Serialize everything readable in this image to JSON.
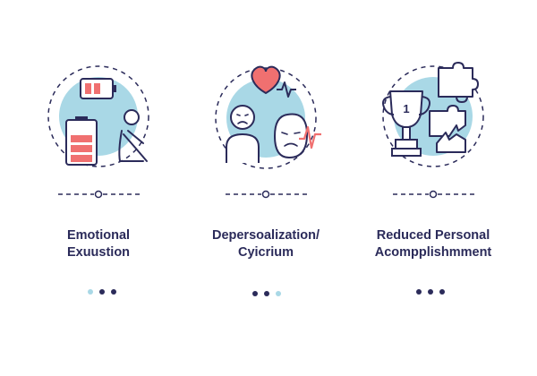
{
  "colors": {
    "navy": "#2b2b5a",
    "light_blue": "#a9d8e6",
    "coral": "#f07070",
    "dot_light": "#a9d8e6",
    "dot_dark": "#2b2b5a"
  },
  "items": [
    {
      "title_lines": [
        "Emotional",
        "Exuustion"
      ],
      "icon": "battery-exhausted-person-icon",
      "active_dot": 0
    },
    {
      "title_lines": [
        "Depersoalization/",
        "Cyicrium"
      ],
      "icon": "heart-sad-faces-icon",
      "active_dot": 2
    },
    {
      "title_lines": [
        "Reduced Personal",
        "Acompplishmment"
      ],
      "icon": "trophy-puzzle-icon",
      "active_dot": null
    }
  ],
  "trophy_label": "1"
}
